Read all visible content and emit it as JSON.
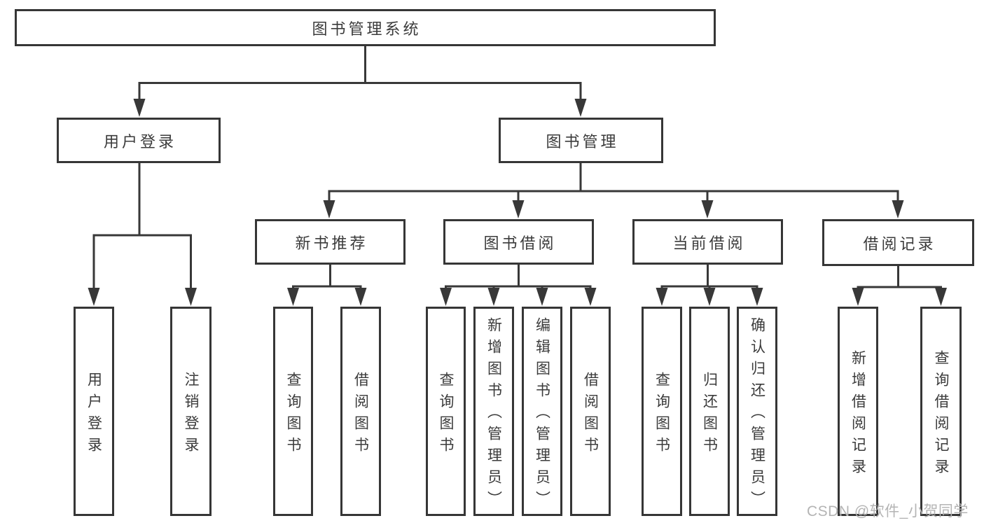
{
  "diagram": {
    "root": {
      "label": "图书管理系统"
    },
    "branches": [
      {
        "label": "用户登录",
        "children": [
          {
            "label": "用户登录"
          },
          {
            "label": "注销登录"
          }
        ]
      },
      {
        "label": "图书管理",
        "children": [
          {
            "label": "新书推荐",
            "children": [
              {
                "label": "查询图书"
              },
              {
                "label": "借阅图书"
              }
            ]
          },
          {
            "label": "图书借阅",
            "children": [
              {
                "label": "查询图书"
              },
              {
                "label": "新增图书（管理员）"
              },
              {
                "label": "编辑图书（管理员）"
              },
              {
                "label": "借阅图书"
              }
            ]
          },
          {
            "label": "当前借阅",
            "children": [
              {
                "label": "查询图书"
              },
              {
                "label": "归还图书"
              },
              {
                "label": "确认归还（管理员）"
              }
            ]
          },
          {
            "label": "借阅记录",
            "children": [
              {
                "label": "新增借阅记录"
              },
              {
                "label": "查询借阅记录"
              }
            ]
          }
        ]
      }
    ]
  },
  "watermark": {
    "text": "CSDN @软件_小贺同学"
  },
  "colors": {
    "line": "#383838",
    "box_border": "#363636",
    "text": "#3b3b3b",
    "box_background": "#ffffff",
    "page_background": "#ffffff",
    "watermark": "#b4b4b4"
  }
}
